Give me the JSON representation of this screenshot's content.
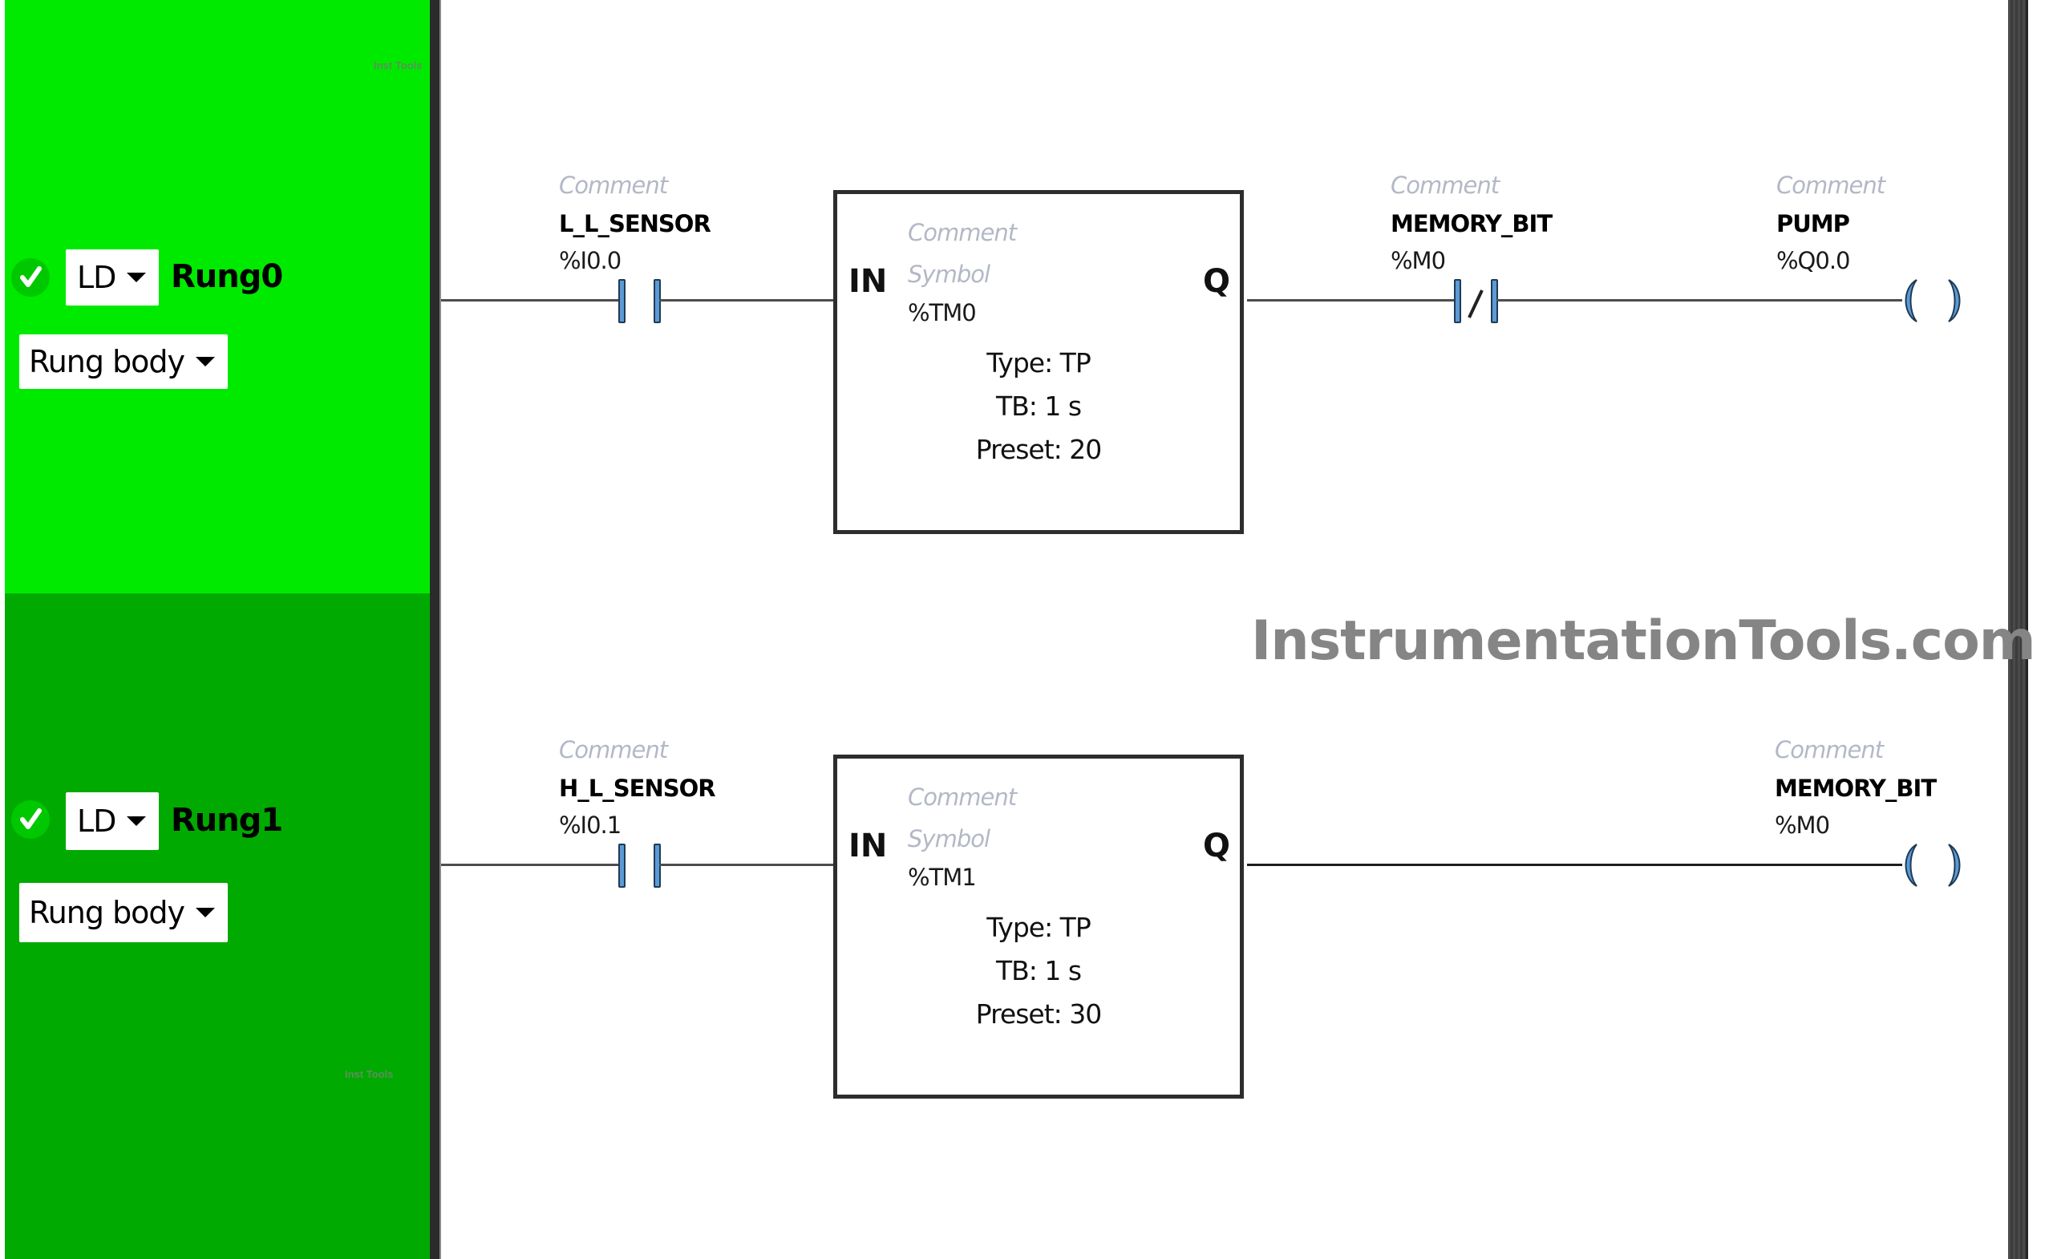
{
  "colors": {
    "rung0_bg": "#00ea00",
    "rung1_bg": "#00aa00",
    "check_bg": "#00c800",
    "contact_fill": "#5b9bd5",
    "wire": "#4d4d4d",
    "watermark": "#858585"
  },
  "watermark": "InstrumentationTools.com",
  "sidebar_tag": "Inst Tools",
  "rungs": [
    {
      "status_icon": "check-icon",
      "language": "LD",
      "name": "Rung0",
      "section": "Rung body",
      "input_contact": {
        "type": "normally-open",
        "comment": "Comment",
        "symbol": "L_L_SENSOR",
        "address": "%I0.0"
      },
      "timer": {
        "comment": "Comment",
        "symbol": "Symbol",
        "address": "%TM0",
        "in_label": "IN",
        "out_label": "Q",
        "type": "Type:  TP",
        "tb": "TB:  1 s",
        "preset": "Preset:  20"
      },
      "series_contact": {
        "type": "normally-closed",
        "comment": "Comment",
        "symbol": "MEMORY_BIT",
        "address": "%M0"
      },
      "coil": {
        "comment": "Comment",
        "symbol": "PUMP",
        "address": "%Q0.0"
      }
    },
    {
      "status_icon": "check-icon",
      "language": "LD",
      "name": "Rung1",
      "section": "Rung body",
      "input_contact": {
        "type": "normally-open",
        "comment": "Comment",
        "symbol": "H_L_SENSOR",
        "address": "%I0.1"
      },
      "timer": {
        "comment": "Comment",
        "symbol": "Symbol",
        "address": "%TM1",
        "in_label": "IN",
        "out_label": "Q",
        "type": "Type:  TP",
        "tb": "TB:  1 s",
        "preset": "Preset:  30"
      },
      "coil": {
        "comment": "Comment",
        "symbol": "MEMORY_BIT",
        "address": "%M0"
      }
    }
  ]
}
